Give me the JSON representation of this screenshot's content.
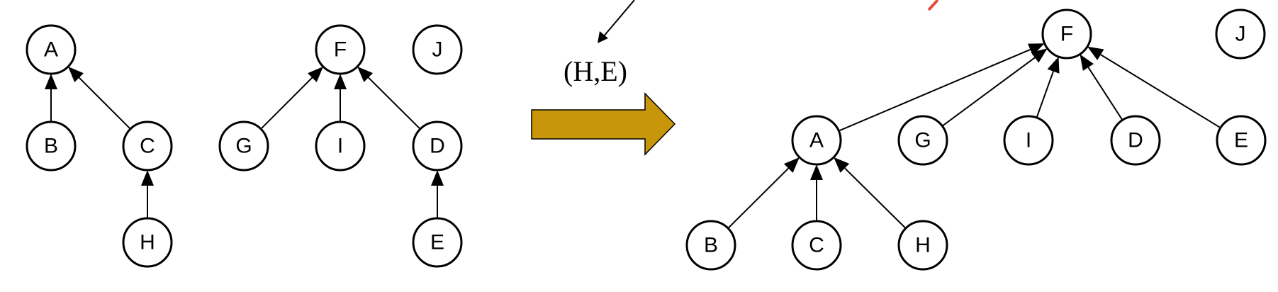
{
  "operation": {
    "label": "(H,E)"
  },
  "colors": {
    "transform_arrow": "#C8960A",
    "accent_stroke": "#E74C3C"
  },
  "before": {
    "nodes": [
      {
        "id": "A",
        "label": "A"
      },
      {
        "id": "B",
        "label": "B"
      },
      {
        "id": "C",
        "label": "C"
      },
      {
        "id": "H",
        "label": "H"
      },
      {
        "id": "F",
        "label": "F"
      },
      {
        "id": "G",
        "label": "G"
      },
      {
        "id": "I",
        "label": "I"
      },
      {
        "id": "D",
        "label": "D"
      },
      {
        "id": "E",
        "label": "E"
      },
      {
        "id": "J",
        "label": "J"
      }
    ],
    "edges": [
      {
        "from": "B",
        "to": "A"
      },
      {
        "from": "C",
        "to": "A"
      },
      {
        "from": "H",
        "to": "C"
      },
      {
        "from": "G",
        "to": "F"
      },
      {
        "from": "I",
        "to": "F"
      },
      {
        "from": "D",
        "to": "F"
      },
      {
        "from": "E",
        "to": "D"
      }
    ]
  },
  "after": {
    "nodes": [
      {
        "id": "F",
        "label": "F"
      },
      {
        "id": "J",
        "label": "J"
      },
      {
        "id": "A",
        "label": "A"
      },
      {
        "id": "G",
        "label": "G"
      },
      {
        "id": "I",
        "label": "I"
      },
      {
        "id": "D",
        "label": "D"
      },
      {
        "id": "E",
        "label": "E"
      },
      {
        "id": "B",
        "label": "B"
      },
      {
        "id": "C",
        "label": "C"
      },
      {
        "id": "H",
        "label": "H"
      }
    ],
    "edges": [
      {
        "from": "A",
        "to": "F"
      },
      {
        "from": "G",
        "to": "F"
      },
      {
        "from": "I",
        "to": "F"
      },
      {
        "from": "D",
        "to": "F"
      },
      {
        "from": "E",
        "to": "F"
      },
      {
        "from": "B",
        "to": "A"
      },
      {
        "from": "C",
        "to": "A"
      },
      {
        "from": "H",
        "to": "A"
      }
    ]
  }
}
